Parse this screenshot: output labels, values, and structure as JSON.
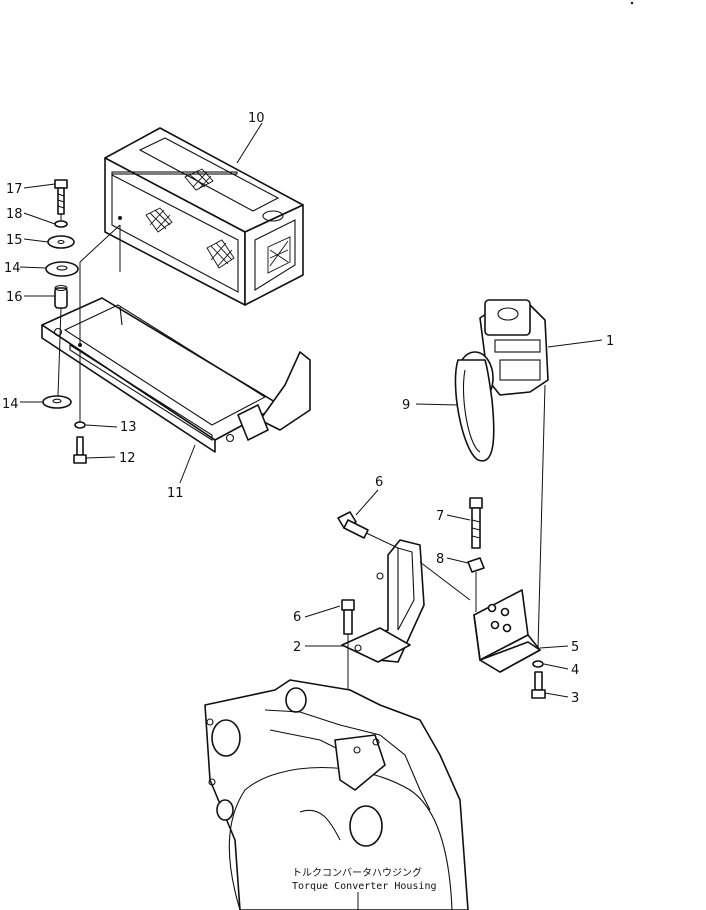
{
  "callouts": {
    "c1": "1",
    "c2": "2",
    "c3": "3",
    "c4": "4",
    "c5": "5",
    "c6a": "6",
    "c6b": "6",
    "c7": "7",
    "c8": "8",
    "c9": "9",
    "c10": "10",
    "c11": "11",
    "c12": "12",
    "c13": "13",
    "c14a": "14",
    "c14b": "14",
    "c15": "15",
    "c16": "16",
    "c17": "17",
    "c18": "18"
  },
  "housing": {
    "label_jp": "トルクコンバータハウジング",
    "label_en": "Torque Converter Housing"
  }
}
